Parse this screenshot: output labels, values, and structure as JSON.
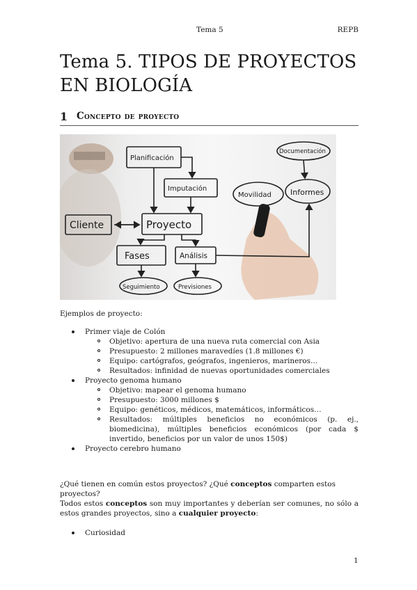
{
  "header": {
    "center": "Tema 5",
    "right": "REPB"
  },
  "title": "Tema 5. TIPOS DE PROYECTOS EN BIOLOGÍA",
  "section": {
    "number": "1",
    "label": "Concepto de proyecto"
  },
  "figure": {
    "nodes": {
      "planificacion": "Planificación",
      "documentacion": "Documentación",
      "imputacion": "Imputación",
      "movilidad": "Movilidad",
      "informes": "Informes",
      "cliente": "Cliente",
      "proyecto": "Proyecto",
      "fases": "Fases",
      "analisis": "Análisis",
      "seguimiento": "Seguimiento",
      "previsiones": "Previsiones"
    }
  },
  "examples_intro": "Ejemplos de proyecto:",
  "examples": [
    {
      "title": "Primer viaje de Colón",
      "items": [
        "Objetivo: apertura de una nueva ruta comercial con Asia",
        "Presupuesto: 2 millones maravedíes (1.8 millones €)",
        "Equipo: cartógrafos, geógrafos, ingenieros, marineros…",
        "Resultados: infinidad de nuevas oportunidades comerciales"
      ]
    },
    {
      "title": "Proyecto genoma humano",
      "items": [
        "Objetivo: mapear el genoma humano",
        "Presupuesto: 3000 millones $",
        "Equipo: genéticos, médicos, matemáticos, informáticos…",
        "Resultados: múltiples beneficios no económicos (p. ej., biomedicina), múltiples beneficios económicos (por cada $ invertido, beneficios por un valor de unos 150$)"
      ]
    },
    {
      "title": "Proyecto cerebro humano",
      "items": []
    }
  ],
  "question": {
    "part1": "¿Qué tienen en común estos proyectos? ¿Qué ",
    "bold": "conceptos",
    "part2": " comparten estos proyectos?"
  },
  "statement": {
    "part1": "Todos estos ",
    "bold1": "conceptos",
    "part2": " son muy importantes y deberían ser comunes, no sólo a estos grandes proyectos, sino a ",
    "bold2": "cualquier proyecto",
    "part3": ":"
  },
  "concepts": [
    "Curiosidad"
  ],
  "page_number": "1"
}
